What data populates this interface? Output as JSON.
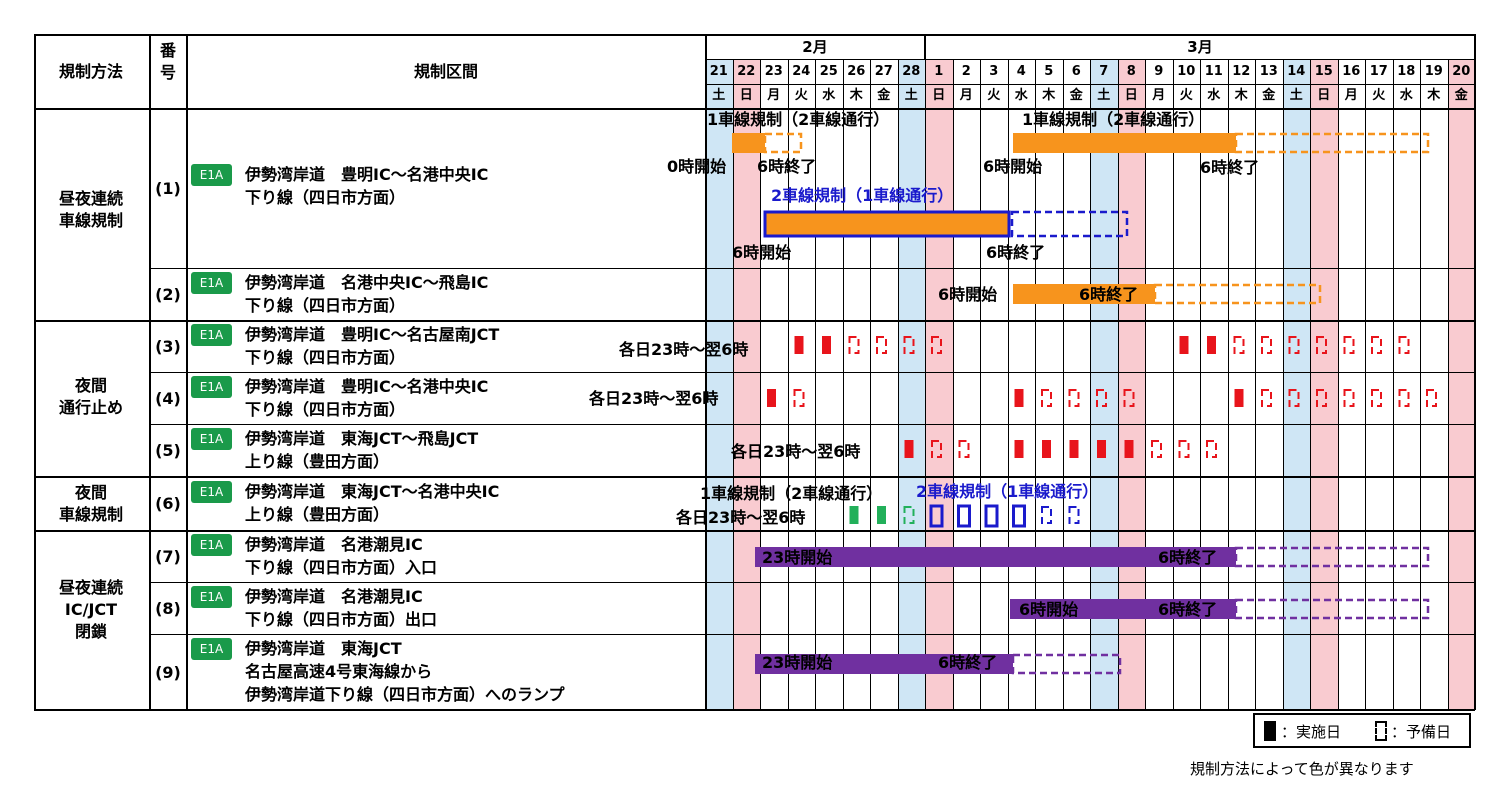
{
  "headers": {
    "method": "規制方法",
    "number": "番号",
    "section": "規制区間"
  },
  "months": {
    "feb": "2月",
    "mar": "3月"
  },
  "days": [
    "21",
    "22",
    "23",
    "24",
    "25",
    "26",
    "27",
    "28",
    "1",
    "2",
    "3",
    "4",
    "5",
    "6",
    "7",
    "8",
    "9",
    "10",
    "11",
    "12",
    "13",
    "14",
    "15",
    "16",
    "17",
    "18",
    "19",
    "20"
  ],
  "weekdays": [
    "土",
    "日",
    "月",
    "火",
    "水",
    "木",
    "金",
    "土",
    "日",
    "月",
    "火",
    "水",
    "木",
    "金",
    "土",
    "日",
    "月",
    "火",
    "水",
    "木",
    "金",
    "土",
    "日",
    "月",
    "火",
    "水",
    "木",
    "金"
  ],
  "groups": {
    "g1": "昼夜連続\n車線規制",
    "g2": "夜間\n通行止め",
    "g3": "夜間\n車線規制",
    "g4": "昼夜連続\nIC/JCT\n閉鎖"
  },
  "rows": [
    {
      "num": "(1)",
      "badge": "E1A",
      "line1": "伊勢湾岸道　豊明IC～名港中央IC",
      "line2": "下り線（四日市方面）"
    },
    {
      "num": "(2)",
      "badge": "E1A",
      "line1": "伊勢湾岸道　名港中央IC～飛島IC",
      "line2": "下り線（四日市方面）"
    },
    {
      "num": "(3)",
      "badge": "E1A",
      "line1": "伊勢湾岸道　豊明IC～名古屋南JCT",
      "line2": "下り線（四日市方面）"
    },
    {
      "num": "(4)",
      "badge": "E1A",
      "line1": "伊勢湾岸道　豊明IC～名港中央IC",
      "line2": "下り線（四日市方面）"
    },
    {
      "num": "(5)",
      "badge": "E1A",
      "line1": "伊勢湾岸道　東海JCT～飛島JCT",
      "line2": "上り線（豊田方面）"
    },
    {
      "num": "(6)",
      "badge": "E1A",
      "line1": "伊勢湾岸道　東海JCT～名港中央IC",
      "line2": "上り線（豊田方面）"
    },
    {
      "num": "(7)",
      "badge": "E1A",
      "line1": "伊勢湾岸道　名港潮見IC",
      "line2": "下り線（四日市方面）入口"
    },
    {
      "num": "(8)",
      "badge": "E1A",
      "line1": "伊勢湾岸道　名港潮見IC",
      "line2": "下り線（四日市方面）出口"
    },
    {
      "num": "(9)",
      "badge": "E1A",
      "line1": "伊勢湾岸道　東海JCT",
      "line2": "名古屋高速4号東海線から",
      "line3": "伊勢湾岸道下り線（四日市方面）へのランプ"
    }
  ],
  "annotations": {
    "lane1": "1車線規制（2車線通行）",
    "lane2": "2車線規制（1車線通行）",
    "start0": "0時開始",
    "start6": "6時開始",
    "end6": "6時終了",
    "start23": "23時開始",
    "nightly": "各日23時～翌6時"
  },
  "legend": {
    "done": "：実施日",
    "reserve": "：予備日",
    "note": "規制方法によって色が異なります"
  },
  "colors": {
    "orange": "#f7941d",
    "blue": "#1a1acc",
    "red": "#e8141b",
    "green": "#22b05a",
    "purple": "#7030a0",
    "sat": "#cfe6f5",
    "sun": "#f9cbd0"
  }
}
